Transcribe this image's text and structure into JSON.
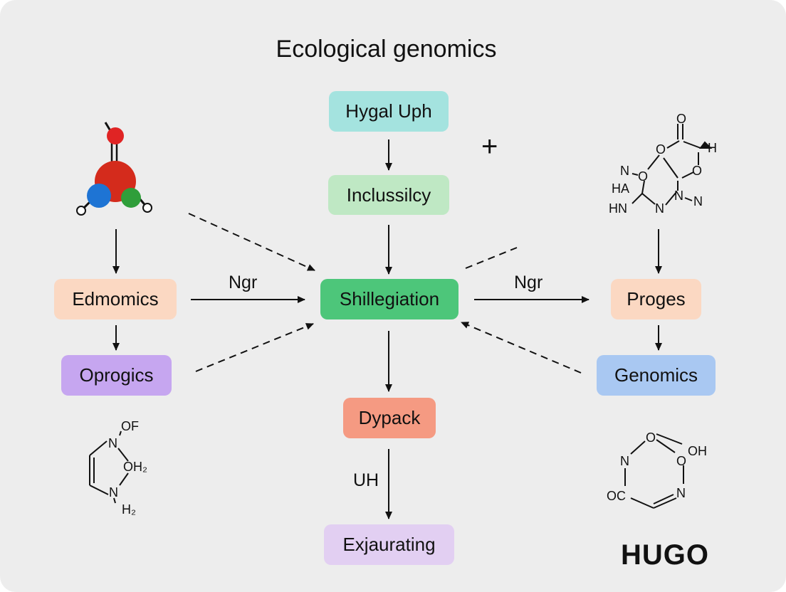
{
  "title": "Ecological genomics",
  "nodes": {
    "hygal": {
      "label": "Hygal Uph",
      "color": "#a4e3df"
    },
    "inclussilcy": {
      "label": "Inclussilcy",
      "color": "#bfe8c4"
    },
    "shillegiation": {
      "label": "Shillegiation",
      "color": "#4dc67a"
    },
    "dypack": {
      "label": "Dypack",
      "color": "#f59a82"
    },
    "exjaurating": {
      "label": "Exjaurating",
      "color": "#e2cff2"
    },
    "edmomics": {
      "label": "Edmomics",
      "color": "#fbd8c2"
    },
    "oprogics": {
      "label": "Oprogics",
      "color": "#c6a6f0"
    },
    "proges": {
      "label": "Proges",
      "color": "#fbd8c2"
    },
    "genomics": {
      "label": "Genomics",
      "color": "#a9c8f2"
    }
  },
  "edge_labels": {
    "left": "Ngr",
    "right": "Ngr",
    "down": "UH"
  },
  "plus": "+",
  "brand": "HUGO",
  "molecules": {
    "top_right": [
      "O",
      "O",
      "H",
      "N",
      "O",
      "O",
      "HA",
      "HN",
      "N",
      "N",
      "N"
    ],
    "bottom_left": [
      "OF",
      "N",
      "OH₂",
      "N",
      "H₂"
    ],
    "bottom_right": [
      "O",
      "OH",
      "N",
      "O",
      "OC",
      "N"
    ]
  },
  "ball_model_colors": {
    "center": "#d42b1c",
    "top": "#e02424",
    "blue": "#1e74d4",
    "green": "#2f9e3a"
  }
}
